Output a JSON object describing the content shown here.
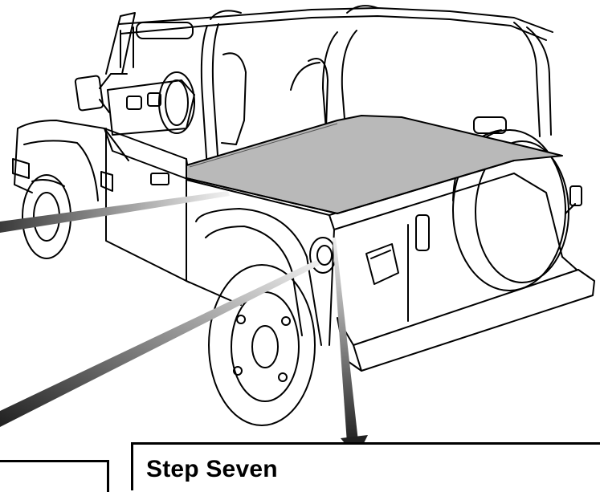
{
  "steps": {
    "step_seven_title": "Step Seven"
  },
  "illustration": {
    "subject": "jeep-with-tonneau-cover",
    "cover_color": "#b9b9b9",
    "line_color": "#000000",
    "callout_arrows": 3
  }
}
